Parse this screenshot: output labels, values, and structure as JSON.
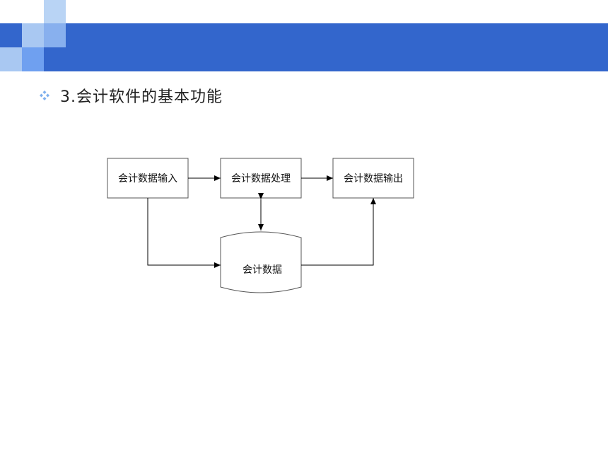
{
  "slide": {
    "bullet_icon": "diamond-cluster-icon",
    "title": "3.会计软件的基本功能",
    "accent_color": "#3366cc"
  },
  "diagram": {
    "nodes": {
      "input": "会计数据输入",
      "process": "会计数据处理",
      "output": "会计数据输出",
      "store": "会计数据"
    },
    "edges": [
      {
        "from": "input",
        "to": "process"
      },
      {
        "from": "process",
        "to": "output"
      },
      {
        "from": "process",
        "to": "store",
        "bidirectional": true
      },
      {
        "from": "input",
        "to": "store"
      },
      {
        "from": "store",
        "to": "output"
      }
    ]
  }
}
